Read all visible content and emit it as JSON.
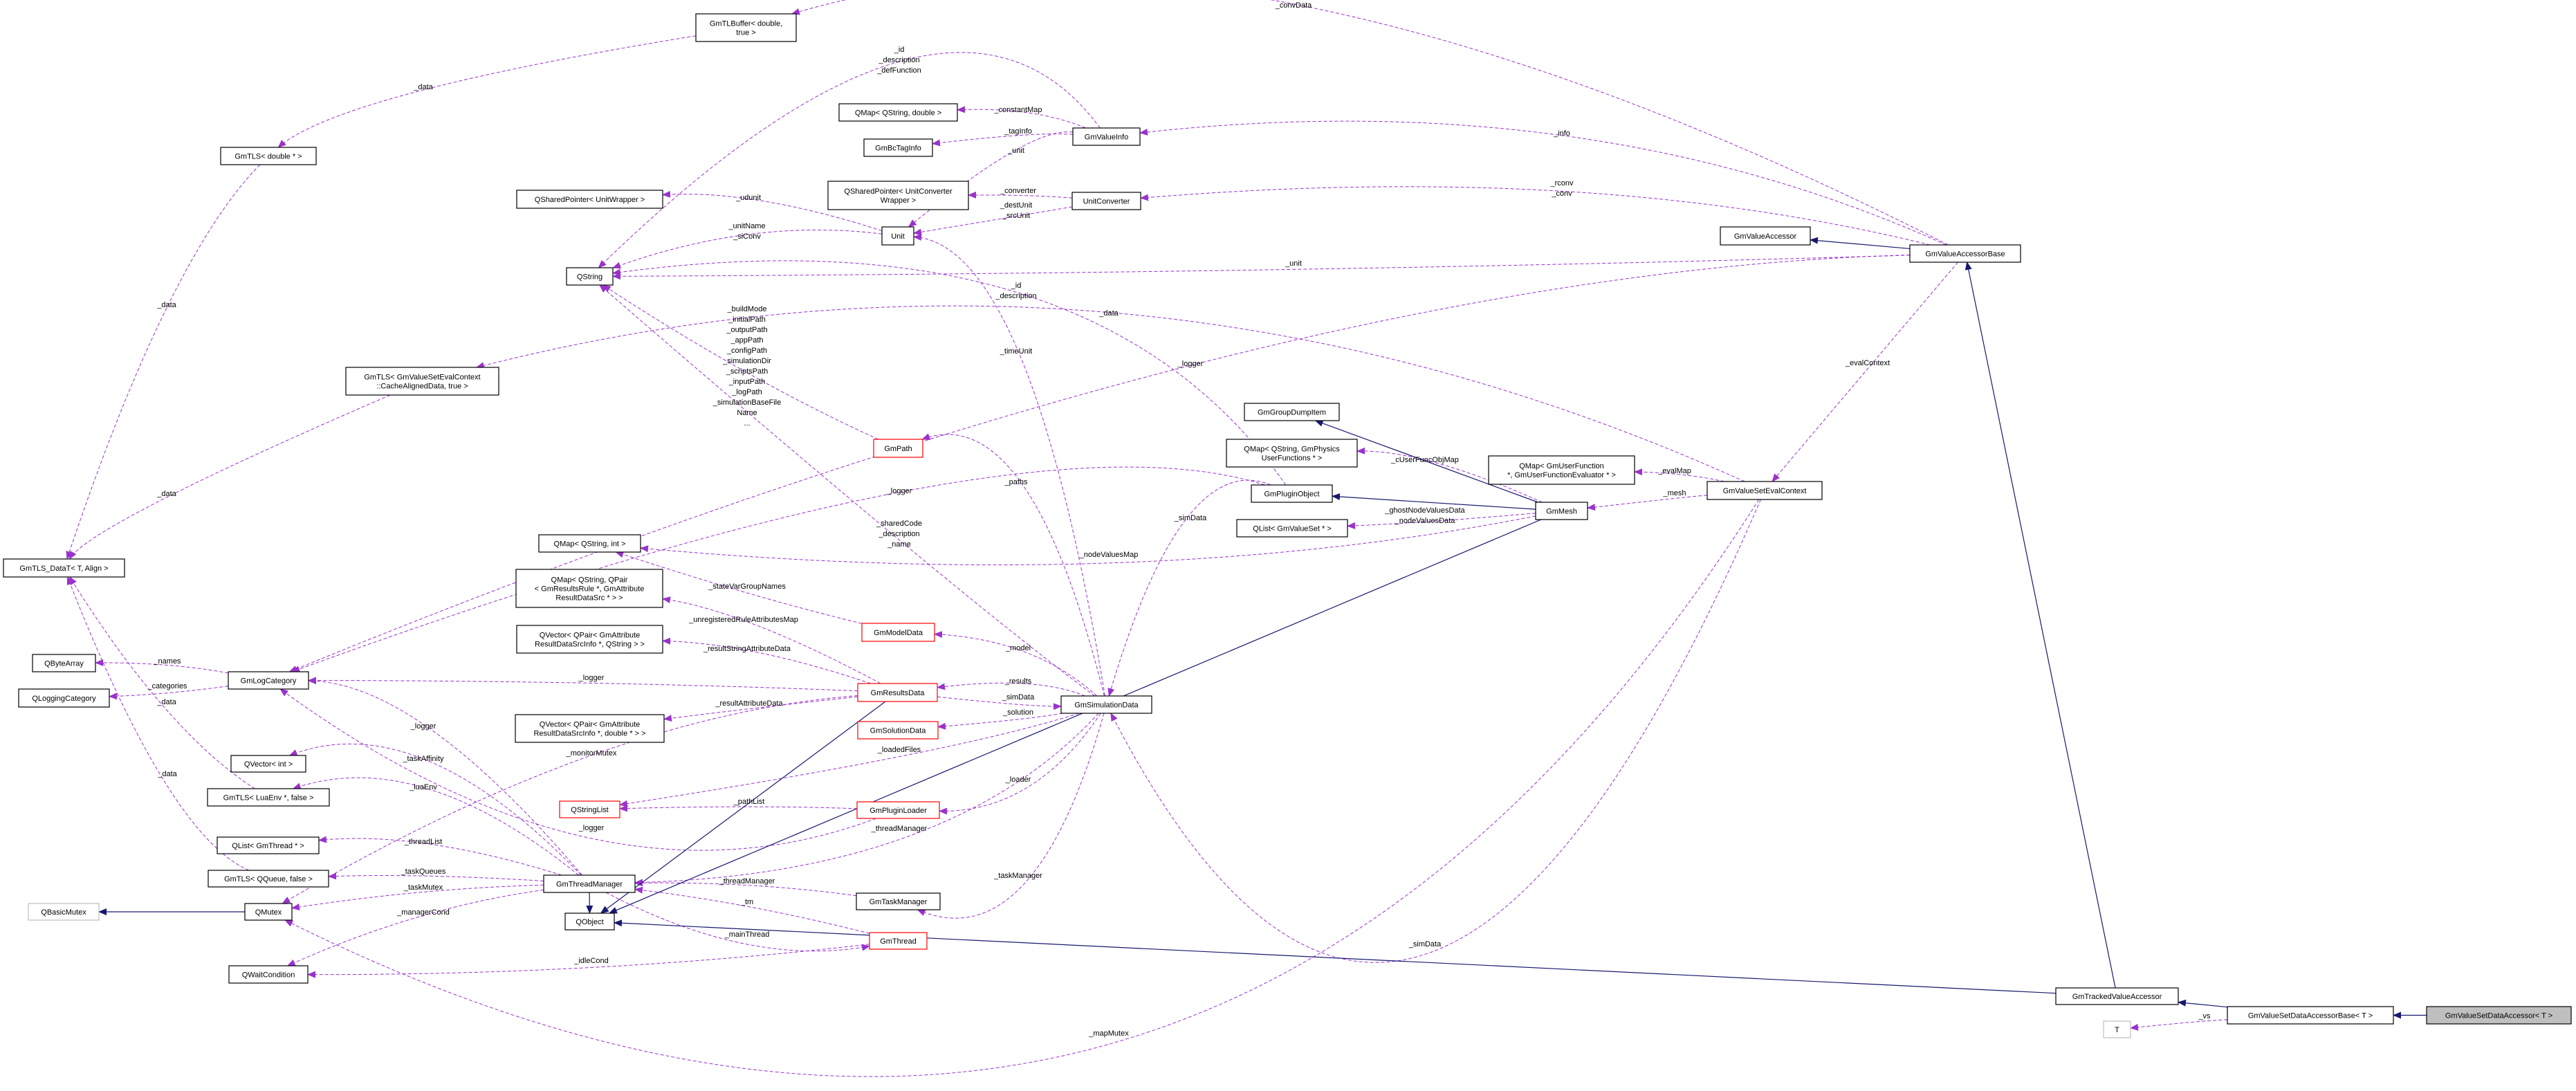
{
  "title": "GmValueSetDataAccessor< T > collaboration diagram",
  "colors": {
    "member_edge": "#9a32cd",
    "inherit_edge": "#191970",
    "undocumented_border": "#ff0000",
    "external_border": "#bfbfbf",
    "current_fill": "#bfbfbf"
  },
  "nodes": [
    {
      "id": "tlbuf",
      "lines": [
        "GmTLBuffer< double,",
        "true >"
      ]
    },
    {
      "id": "tlsd",
      "lines": [
        "GmTLS< double * >"
      ]
    },
    {
      "id": "spuw",
      "lines": [
        "QSharedPointer< UnitWrapper >"
      ]
    },
    {
      "id": "qstr",
      "lines": [
        "QString"
      ]
    },
    {
      "id": "tlsec",
      "lines": [
        "GmTLS< GmValueSetEvalContext",
        "::CacheAlignedData, true >"
      ]
    },
    {
      "id": "tlsdt",
      "lines": [
        "GmTLS_DataT< T, Align >"
      ]
    },
    {
      "id": "qmsi",
      "lines": [
        "QMap< QString, int >"
      ]
    },
    {
      "id": "qmpair",
      "lines": [
        "QMap< QString, QPair",
        "< GmResultsRule *, GmAttribute",
        "ResultDataSrc * > >"
      ]
    },
    {
      "id": "qvstr",
      "lines": [
        "QVector< QPair< GmAttribute",
        "ResultDataSrcInfo *, QString > >"
      ]
    },
    {
      "id": "qba",
      "lines": [
        "QByteArray"
      ]
    },
    {
      "id": "glc",
      "lines": [
        "GmLogCategory"
      ]
    },
    {
      "id": "qlc",
      "lines": [
        "QLoggingCategory"
      ]
    },
    {
      "id": "qvdbl",
      "lines": [
        "QVector< QPair< GmAttribute",
        "ResultDataSrcInfo *, double * > >"
      ]
    },
    {
      "id": "qvi",
      "lines": [
        "QVector< int >"
      ]
    },
    {
      "id": "tlslua",
      "lines": [
        "GmTLS< LuaEnv *, false >"
      ]
    },
    {
      "id": "qsl",
      "lines": [
        "QStringList"
      ]
    },
    {
      "id": "qlth",
      "lines": [
        "QList< GmThread * >"
      ]
    },
    {
      "id": "tlsqq",
      "lines": [
        "GmTLS< QQueue, false >"
      ]
    },
    {
      "id": "gtm",
      "lines": [
        "GmThreadManager"
      ]
    },
    {
      "id": "qbm",
      "lines": [
        "QBasicMutex"
      ]
    },
    {
      "id": "qmu",
      "lines": [
        "QMutex"
      ]
    },
    {
      "id": "qobj",
      "lines": [
        "QObject"
      ]
    },
    {
      "id": "qwc",
      "lines": [
        "QWaitCondition"
      ]
    },
    {
      "id": "qmsd",
      "lines": [
        "QMap< QString, double >"
      ]
    },
    {
      "id": "gvi",
      "lines": [
        "GmValueInfo"
      ]
    },
    {
      "id": "gbti",
      "lines": [
        "GmBcTagInfo"
      ]
    },
    {
      "id": "spucw",
      "lines": [
        "QSharedPointer< UnitConverter",
        "Wrapper >"
      ]
    },
    {
      "id": "uconv",
      "lines": [
        "UnitConverter"
      ]
    },
    {
      "id": "unit",
      "lines": [
        "Unit"
      ]
    },
    {
      "id": "ggdi",
      "lines": [
        "GmGroupDumpItem"
      ]
    },
    {
      "id": "gpath",
      "lines": [
        "GmPath"
      ]
    },
    {
      "id": "qmpuf",
      "lines": [
        "QMap< QString, GmPhysics",
        "UserFunctions * >"
      ]
    },
    {
      "id": "gpo",
      "lines": [
        "GmPluginObject"
      ]
    },
    {
      "id": "qlvs",
      "lines": [
        "QList< GmValueSet * >"
      ]
    },
    {
      "id": "gmd",
      "lines": [
        "GmModelData"
      ]
    },
    {
      "id": "grd",
      "lines": [
        "GmResultsData"
      ]
    },
    {
      "id": "gsd",
      "lines": [
        "GmSimulationData"
      ]
    },
    {
      "id": "gsol",
      "lines": [
        "GmSolutionData"
      ]
    },
    {
      "id": "gpl",
      "lines": [
        "GmPluginLoader"
      ]
    },
    {
      "id": "gtkm",
      "lines": [
        "GmTaskManager"
      ]
    },
    {
      "id": "gth",
      "lines": [
        "GmThread"
      ]
    },
    {
      "id": "gva",
      "lines": [
        "GmValueAccessor"
      ]
    },
    {
      "id": "gvab",
      "lines": [
        "GmValueAccessorBase"
      ]
    },
    {
      "id": "qmuf",
      "lines": [
        "QMap< GmUserFunction",
        " *, GmUserFunctionEvaluator * >"
      ]
    },
    {
      "id": "gvsec",
      "lines": [
        "GmValueSetEvalContext"
      ]
    },
    {
      "id": "gmesh",
      "lines": [
        "GmMesh"
      ]
    },
    {
      "id": "gtva",
      "lines": [
        "GmTrackedValueAccessor"
      ]
    },
    {
      "id": "gvsdab",
      "lines": [
        "GmValueSetDataAccessorBase< T >"
      ]
    },
    {
      "id": "gvsda",
      "lines": [
        "GmValueSetDataAccessor< T >"
      ]
    },
    {
      "id": "t",
      "lines": [
        "T"
      ]
    }
  ],
  "edges": [
    {
      "from": "gvab",
      "to": "tlbuf",
      "kind": "member",
      "label": [
        "_convData"
      ]
    },
    {
      "from": "tlbuf",
      "to": "tlsd",
      "kind": "member",
      "label": [
        "_data"
      ]
    },
    {
      "from": "tlsd",
      "to": "tlsdt",
      "kind": "member",
      "label": [
        "_data"
      ]
    },
    {
      "from": "gvi",
      "to": "qstr",
      "kind": "member",
      "label": [
        "_id",
        "_description",
        "_defFunction"
      ]
    },
    {
      "from": "gvi",
      "to": "qmsd",
      "kind": "member",
      "label": [
        "_constantMap"
      ]
    },
    {
      "from": "gvi",
      "to": "gbti",
      "kind": "member",
      "label": [
        "_tagInfo"
      ]
    },
    {
      "from": "gvi",
      "to": "unit",
      "kind": "member",
      "label": [
        "_unit"
      ]
    },
    {
      "from": "gvab",
      "to": "gvi",
      "kind": "member",
      "label": [
        "_info"
      ]
    },
    {
      "from": "uconv",
      "to": "spucw",
      "kind": "member",
      "label": [
        "_converter"
      ]
    },
    {
      "from": "uconv",
      "to": "unit",
      "kind": "member",
      "label": [
        "_destUnit",
        "_srcUnit"
      ]
    },
    {
      "from": "gvab",
      "to": "uconv",
      "kind": "member",
      "label": [
        "_rconv",
        "_conv"
      ]
    },
    {
      "from": "unit",
      "to": "spuw",
      "kind": "member",
      "label": [
        "_udunit"
      ]
    },
    {
      "from": "unit",
      "to": "qstr",
      "kind": "member",
      "label": [
        "_unitName",
        "_siConv"
      ]
    },
    {
      "from": "gvab",
      "to": "qstr",
      "kind": "member",
      "label": [
        "_unit"
      ]
    },
    {
      "from": "gpo",
      "to": "qstr",
      "kind": "member",
      "label": [
        "_id",
        "_description"
      ]
    },
    {
      "from": "gvsec",
      "to": "tlsec",
      "kind": "member",
      "label": [
        "_data"
      ]
    },
    {
      "from": "tlsec",
      "to": "tlsdt",
      "kind": "member",
      "label": [
        "_data"
      ]
    },
    {
      "from": "gpath",
      "to": "qstr",
      "kind": "member",
      "label": [
        "_buildMode",
        "_initialPath",
        "_outputPath",
        "_appPath",
        "_configPath",
        "_simulationDir",
        "_scriptsPath",
        "_inputPath",
        "_logPath",
        "_simulationBaseFile",
        "Name",
        "..."
      ]
    },
    {
      "from": "gsd",
      "to": "unit",
      "kind": "member",
      "label": [
        "_timeUnit"
      ]
    },
    {
      "from": "gvab",
      "to": "glc",
      "kind": "member",
      "label": [
        "_logger"
      ]
    },
    {
      "from": "gpo",
      "to": "glc",
      "kind": "member",
      "label": [
        "_logger"
      ]
    },
    {
      "from": "gsd",
      "to": "gpath",
      "kind": "member",
      "label": [
        "_paths"
      ]
    },
    {
      "from": "gsd",
      "to": "qstr",
      "kind": "member",
      "label": [
        "_sharedCode",
        "_description",
        "_name"
      ]
    },
    {
      "from": "gmesh",
      "to": "qmsi",
      "kind": "member",
      "label": [
        "_nodeValuesMap"
      ]
    },
    {
      "from": "gpo",
      "to": "gsd",
      "kind": "member",
      "label": [
        "_simData"
      ]
    },
    {
      "from": "gmd",
      "to": "qmsi",
      "kind": "member",
      "label": [
        "_stateVarGroupNames"
      ]
    },
    {
      "from": "grd",
      "to": "qmpair",
      "kind": "member",
      "label": [
        "_unregisteredRuleAttributesMap"
      ]
    },
    {
      "from": "grd",
      "to": "qvstr",
      "kind": "member",
      "label": [
        "_resultStringAttributeData"
      ]
    },
    {
      "from": "grd",
      "to": "glc",
      "kind": "member",
      "label": [
        "_logger"
      ]
    },
    {
      "from": "grd",
      "to": "qvdbl",
      "kind": "member",
      "label": [
        "_resultAttributeData"
      ]
    },
    {
      "from": "gsd",
      "to": "gmd",
      "kind": "member",
      "label": [
        "_model"
      ]
    },
    {
      "from": "gsd",
      "to": "grd",
      "kind": "member",
      "label": [
        "_results"
      ]
    },
    {
      "from": "grd",
      "to": "gsd",
      "kind": "member",
      "label": [
        "_simData"
      ]
    },
    {
      "from": "gsd",
      "to": "gsol",
      "kind": "member",
      "label": [
        "_solution"
      ]
    },
    {
      "from": "gsd",
      "to": "qsl",
      "kind": "member",
      "label": [
        "_loadedFiles"
      ]
    },
    {
      "from": "gsd",
      "to": "gpl",
      "kind": "member",
      "label": [
        "_loader"
      ]
    },
    {
      "from": "gpl",
      "to": "qsl",
      "kind": "member",
      "label": [
        "_pathList"
      ]
    },
    {
      "from": "gsd",
      "to": "gtm",
      "kind": "member",
      "label": [
        "_threadManager"
      ]
    },
    {
      "from": "gtkm",
      "to": "gtm",
      "kind": "member",
      "label": [
        "_threadManager"
      ]
    },
    {
      "from": "gsd",
      "to": "gtkm",
      "kind": "member",
      "label": [
        "_taskManager"
      ]
    },
    {
      "from": "gth",
      "to": "gtm",
      "kind": "member",
      "label": [
        "_tm"
      ]
    },
    {
      "from": "gtm",
      "to": "gth",
      "kind": "member",
      "label": [
        "_mainThread"
      ]
    },
    {
      "from": "gvsec",
      "to": "qmu",
      "kind": "member",
      "label": [
        "_mapMutex"
      ]
    },
    {
      "from": "gtm",
      "to": "glc",
      "kind": "member",
      "label": [
        "_logger"
      ]
    },
    {
      "from": "gtm",
      "to": "qvi",
      "kind": "member",
      "label": [
        "_taskAffinity"
      ]
    },
    {
      "from": "gtm",
      "to": "tlslua",
      "kind": "member",
      "label": [
        "_luaEnv"
      ]
    },
    {
      "from": "gtm",
      "to": "qlth",
      "kind": "member",
      "label": [
        "_threadList"
      ]
    },
    {
      "from": "gtm",
      "to": "tlsqq",
      "kind": "member",
      "label": [
        "_taskQueues"
      ]
    },
    {
      "from": "gtm",
      "to": "qmu",
      "kind": "member",
      "label": [
        "_taskMutex"
      ]
    },
    {
      "from": "gtm",
      "to": "qwc",
      "kind": "member",
      "label": [
        "_managerCond"
      ]
    },
    {
      "from": "gth",
      "to": "qwc",
      "kind": "member",
      "label": [
        "_idleCond"
      ]
    },
    {
      "from": "grd",
      "to": "qmu",
      "kind": "member",
      "label": [
        "_monitorMutex"
      ]
    },
    {
      "from": "gpl",
      "to": "glc",
      "kind": "member",
      "label": [
        "_logger"
      ]
    },
    {
      "from": "glc",
      "to": "qba",
      "kind": "member",
      "label": [
        "_names"
      ]
    },
    {
      "from": "glc",
      "to": "qlc",
      "kind": "member",
      "label": [
        "_categories"
      ]
    },
    {
      "from": "tlslua",
      "to": "tlsdt",
      "kind": "member",
      "label": [
        "_data"
      ]
    },
    {
      "from": "tlsqq",
      "to": "tlsdt",
      "kind": "member",
      "label": [
        "_data"
      ]
    },
    {
      "from": "gmesh",
      "to": "qmpuf",
      "kind": "member",
      "label": [
        "_cUserFuncObjMap"
      ]
    },
    {
      "from": "gmesh",
      "to": "qlvs",
      "kind": "member",
      "label": [
        "_ghostNodeValuesData",
        "_nodeValuesData"
      ]
    },
    {
      "from": "gvsec",
      "to": "qmuf",
      "kind": "member",
      "label": [
        "_evalMap"
      ]
    },
    {
      "from": "gvsec",
      "to": "gmesh",
      "kind": "member",
      "label": [
        "_mesh"
      ]
    },
    {
      "from": "gvab",
      "to": "gvsec",
      "kind": "member",
      "label": [
        "_evalContext"
      ]
    },
    {
      "from": "gvsec",
      "to": "gsd",
      "kind": "member",
      "label": [
        "_simData"
      ]
    },
    {
      "from": "gvsdab",
      "to": "t",
      "kind": "member",
      "label": [
        "_vs"
      ]
    },
    {
      "from": "gvab",
      "to": "gva",
      "kind": "inherit",
      "label": []
    },
    {
      "from": "gmesh",
      "to": "ggdi",
      "kind": "inherit",
      "label": []
    },
    {
      "from": "gmesh",
      "to": "gpo",
      "kind": "inherit",
      "label": []
    },
    {
      "from": "gmesh",
      "to": "qobj",
      "kind": "inherit",
      "label": []
    },
    {
      "from": "grd",
      "to": "qobj",
      "kind": "inherit",
      "label": []
    },
    {
      "from": "gtm",
      "to": "qobj",
      "kind": "inherit",
      "label": []
    },
    {
      "from": "gtva",
      "to": "qobj",
      "kind": "inherit",
      "label": []
    },
    {
      "from": "gtva",
      "to": "gvab",
      "kind": "inherit",
      "label": []
    },
    {
      "from": "gvsdab",
      "to": "gtva",
      "kind": "inherit",
      "label": []
    },
    {
      "from": "gvsda",
      "to": "gvsdab",
      "kind": "inherit",
      "label": []
    },
    {
      "from": "qmu",
      "to": "qbm",
      "kind": "inherit",
      "label": []
    }
  ]
}
